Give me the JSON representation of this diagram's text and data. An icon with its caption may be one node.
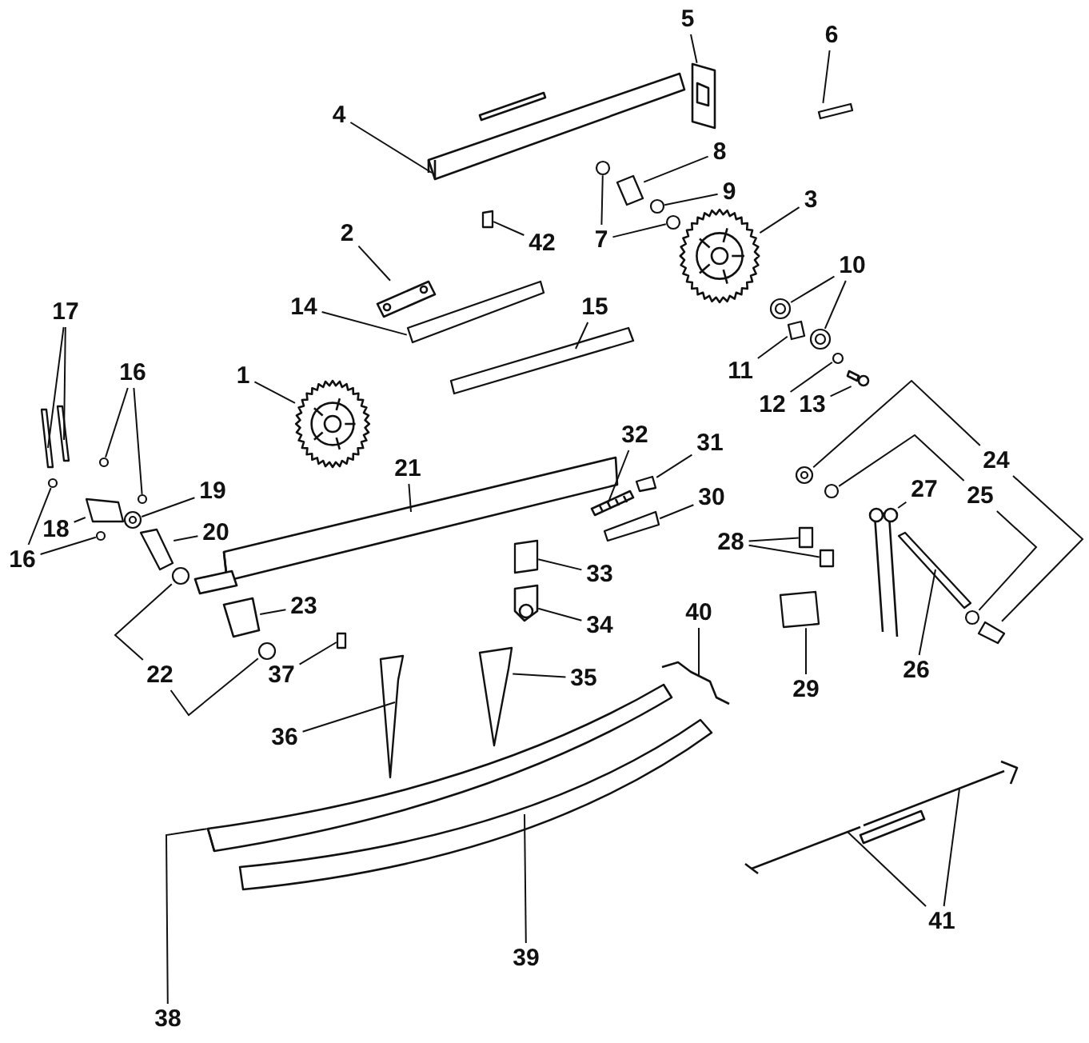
{
  "diagram": {
    "nodes": [
      {
        "text": [
          "5"
        ]
      },
      {
        "text": [
          "6"
        ]
      },
      {
        "text": [
          "4"
        ]
      },
      {
        "text": [
          "8"
        ]
      },
      {
        "text": [
          "9"
        ]
      },
      {
        "text": [
          "3"
        ]
      },
      {
        "text": [
          "2"
        ]
      },
      {
        "text": [
          "7"
        ]
      },
      {
        "text": [
          "42"
        ]
      },
      {
        "text": [
          "10"
        ]
      },
      {
        "text": [
          "14"
        ]
      },
      {
        "text": [
          "15"
        ]
      },
      {
        "text": [
          "17"
        ]
      },
      {
        "text": [
          "11"
        ]
      },
      {
        "text": [
          "16"
        ]
      },
      {
        "text": [
          "1"
        ]
      },
      {
        "text": [
          "12"
        ]
      },
      {
        "text": [
          "13"
        ]
      },
      {
        "text": [
          "32"
        ]
      },
      {
        "text": [
          "31"
        ]
      },
      {
        "text": [
          "24"
        ]
      },
      {
        "text": [
          "21"
        ]
      },
      {
        "text": [
          "19"
        ]
      },
      {
        "text": [
          "25"
        ]
      },
      {
        "text": [
          "30"
        ]
      },
      {
        "text": [
          "27"
        ]
      },
      {
        "text": [
          "18"
        ]
      },
      {
        "text": [
          "20"
        ]
      },
      {
        "text": [
          "28"
        ]
      },
      {
        "text": [
          "16"
        ]
      },
      {
        "text": [
          "33"
        ]
      },
      {
        "text": [
          "23"
        ]
      },
      {
        "text": [
          "40"
        ]
      },
      {
        "text": [
          "34"
        ]
      },
      {
        "text": [
          "26"
        ]
      },
      {
        "text": [
          "22"
        ]
      },
      {
        "text": [
          "37"
        ]
      },
      {
        "text": [
          "35"
        ]
      },
      {
        "text": [
          "29"
        ]
      },
      {
        "text": [
          "36"
        ]
      },
      {
        "text": [
          "41"
        ]
      },
      {
        "text": [
          "39"
        ]
      },
      {
        "text": [
          "38"
        ]
      },
      {
        "text": [],
        "shape": "picture"
      },
      {
        "text": [],
        "shape": "box"
      },
      {
        "text": [],
        "shape": "picture"
      },
      {
        "text": [],
        "shape": "box"
      },
      {
        "text": [],
        "shape": "circle"
      },
      {
        "text": [],
        "shape": "picture"
      },
      {
        "text": [],
        "shape": "picture"
      },
      {
        "text": [],
        "shape": "circle"
      },
      {
        "text": [],
        "shape": "circle"
      },
      {
        "text": [],
        "shape": "box"
      },
      {
        "text": [],
        "shape": "circle"
      },
      {
        "text": [],
        "shape": "circle"
      },
      {
        "text": [],
        "shape": "box"
      },
      {
        "text": [],
        "shape": "box"
      },
      {
        "text": [],
        "shape": "box"
      },
      {
        "text": [],
        "shape": "box"
      },
      {
        "text": [],
        "shape": "box"
      },
      {
        "text": [],
        "shape": "circle"
      },
      {
        "text": [],
        "shape": "circle"
      },
      {
        "text": [],
        "shape": "picture"
      },
      {
        "text": [],
        "shape": "circle"
      },
      {
        "text": [],
        "shape": "picture"
      },
      {
        "text": [],
        "shape": "picture"
      },
      {
        "text": [],
        "shape": "box"
      },
      {
        "text": [],
        "shape": "circle"
      },
      {
        "text": [],
        "shape": "box"
      },
      {
        "text": [],
        "shape": "picture"
      },
      {
        "text": [],
        "shape": "circle"
      },
      {
        "text": [],
        "shape": "circle"
      },
      {
        "text": [],
        "shape": "circle"
      },
      {
        "text": [],
        "shape": "box"
      },
      {
        "text": [],
        "shape": "picture"
      },
      {
        "text": [],
        "shape": "box"
      },
      {
        "text": [],
        "shape": "box"
      },
      {
        "text": [],
        "shape": "box"
      },
      {
        "text": [],
        "shape": "box"
      },
      {
        "text": [],
        "shape": "circle"
      },
      {
        "text": [],
        "shape": "circle"
      },
      {
        "text": [],
        "shape": "box"
      },
      {
        "text": [],
        "shape": "picture"
      },
      {
        "text": [],
        "shape": "picture"
      },
      {
        "text": [],
        "shape": "picture"
      },
      {
        "text": [],
        "shape": "box"
      },
      {
        "text": [],
        "shape": "circle"
      },
      {
        "text": [],
        "shape": "circle"
      },
      {
        "text": [],
        "shape": "box"
      },
      {
        "text": [],
        "shape": "triangle"
      },
      {
        "text": [],
        "shape": "box"
      },
      {
        "text": [],
        "shape": "triangle"
      },
      {
        "text": [],
        "shape": "picture"
      },
      {
        "text": [],
        "shape": "picture"
      },
      {
        "text": [],
        "shape": "bar"
      },
      {
        "text": [],
        "shape": "picture"
      }
    ],
    "edges": [
      {
        "from": 0,
        "to": 43,
        "arrow": "none"
      },
      {
        "from": 1,
        "to": 44,
        "arrow": "none"
      },
      {
        "from": 2,
        "to": 45,
        "arrow": "none"
      },
      {
        "from": 3,
        "to": 46,
        "arrow": "none"
      },
      {
        "from": 4,
        "to": 47,
        "arrow": "none"
      },
      {
        "from": 5,
        "to": 48,
        "arrow": "none"
      },
      {
        "from": 6,
        "to": 49,
        "arrow": "none"
      },
      {
        "from": 7,
        "to": 50,
        "arrow": "none"
      },
      {
        "from": 7,
        "to": 51,
        "arrow": "none"
      },
      {
        "from": 8,
        "to": 52,
        "arrow": "none"
      },
      {
        "from": 9,
        "to": 53,
        "arrow": "none"
      },
      {
        "from": 9,
        "to": 54,
        "arrow": "none"
      },
      {
        "from": 10,
        "to": 55,
        "arrow": "none"
      },
      {
        "from": 11,
        "to": 56,
        "arrow": "none"
      },
      {
        "from": 12,
        "to": 57,
        "arrow": "none"
      },
      {
        "from": 12,
        "to": 58,
        "arrow": "none"
      },
      {
        "from": 13,
        "to": 59,
        "arrow": "none"
      },
      {
        "from": 14,
        "to": 60,
        "arrow": "none"
      },
      {
        "from": 14,
        "to": 61,
        "arrow": "none"
      },
      {
        "from": 15,
        "to": 62,
        "arrow": "none"
      },
      {
        "from": 16,
        "to": 63,
        "arrow": "none"
      },
      {
        "from": 17,
        "to": 64,
        "arrow": "none"
      },
      {
        "from": 18,
        "to": 65,
        "arrow": "none"
      },
      {
        "from": 19,
        "to": 66,
        "arrow": "none"
      },
      {
        "from": 20,
        "to": 67,
        "arrow": "none"
      },
      {
        "from": 20,
        "to": 68,
        "arrow": "none"
      },
      {
        "from": 21,
        "to": 69,
        "arrow": "none"
      },
      {
        "from": 22,
        "to": 70,
        "arrow": "none"
      },
      {
        "from": 23,
        "to": 71,
        "arrow": "none"
      },
      {
        "from": 23,
        "to": 72,
        "arrow": "none"
      },
      {
        "from": 24,
        "to": 73,
        "arrow": "none"
      },
      {
        "from": 25,
        "to": 74,
        "arrow": "none"
      },
      {
        "from": 26,
        "to": 75,
        "arrow": "none"
      },
      {
        "from": 27,
        "to": 76,
        "arrow": "none"
      },
      {
        "from": 28,
        "to": 77,
        "arrow": "none"
      },
      {
        "from": 28,
        "to": 78,
        "arrow": "none"
      },
      {
        "from": 29,
        "to": 79,
        "arrow": "none"
      },
      {
        "from": 29,
        "to": 80,
        "arrow": "none"
      },
      {
        "from": 30,
        "to": 81,
        "arrow": "none"
      },
      {
        "from": 31,
        "to": 82,
        "arrow": "none"
      },
      {
        "from": 32,
        "to": 83,
        "arrow": "none"
      },
      {
        "from": 33,
        "to": 84,
        "arrow": "none"
      },
      {
        "from": 34,
        "to": 85,
        "arrow": "none"
      },
      {
        "from": 35,
        "to": 86,
        "arrow": "none"
      },
      {
        "from": 35,
        "to": 87,
        "arrow": "none"
      },
      {
        "from": 36,
        "to": 88,
        "arrow": "none"
      },
      {
        "from": 37,
        "to": 91,
        "arrow": "none"
      },
      {
        "from": 38,
        "to": 90,
        "arrow": "none"
      },
      {
        "from": 39,
        "to": 89,
        "arrow": "none"
      },
      {
        "from": 40,
        "to": 92,
        "arrow": "none"
      },
      {
        "from": 40,
        "to": 93,
        "arrow": "none"
      },
      {
        "from": 41,
        "to": 94,
        "arrow": "none"
      },
      {
        "from": 42,
        "to": 95,
        "arrow": "none"
      }
    ]
  }
}
